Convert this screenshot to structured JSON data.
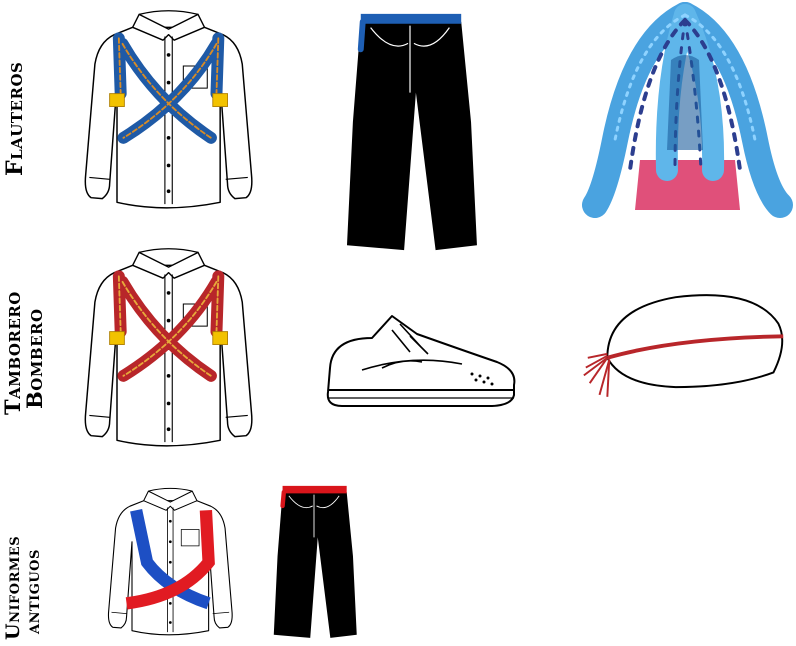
{
  "rows": {
    "flauteros": {
      "label": "Flauteros"
    },
    "tamborero": {
      "label_line1": "Tamborero",
      "label_line2": "Bombero"
    },
    "antiguos": {
      "label_line1": "Uniformes",
      "label_line2": "antiguos"
    }
  },
  "icons": {
    "flauteros_shirt": "shirt-with-crossed-blue-sashes-icon",
    "flauteros_pants": "black-pants-blue-belt-icon",
    "flauteros_headdress": "blue-feather-headdress-icon",
    "tamborero_shirt": "shirt-with-crossed-red-sashes-icon",
    "tamborero_shoe": "sneaker-icon",
    "tamborero_cap": "white-cap-red-band-icon",
    "antiguos_shirt": "shirt-with-blue-and-red-sashes-icon",
    "antiguos_pants": "black-pants-red-belt-icon"
  },
  "colors": {
    "blue_sash": "#1f5aa6",
    "red_sash": "#b8262a",
    "gold_tassel": "#f2c200",
    "headdress_light": "#4aa3e0",
    "headdress_dark": "#2c3e8f",
    "headdress_pink": "#e0507a",
    "belt_blue": "#1e5fb4",
    "belt_red": "#d9151b",
    "old_blue": "#1d4fc4",
    "old_red": "#e11b22"
  }
}
